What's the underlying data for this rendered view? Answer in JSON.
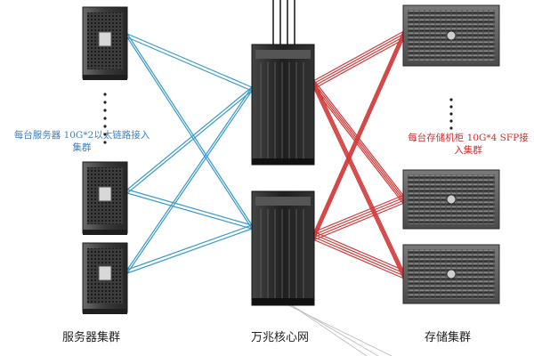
{
  "labels": {
    "server_cluster": "服务器集群",
    "core_network": "万兆核心网",
    "storage_cluster": "存储集群"
  },
  "notes": {
    "server_access": {
      "line1": "每台服务器 10G*2以太链路接入",
      "line2": "集群"
    },
    "storage_access": {
      "line1": "每台存储机柜 10G*4 SFP接",
      "line2": "入集群"
    }
  },
  "colors": {
    "server_links": "#3b9bc9",
    "storage_links": "#d23a3a",
    "server_note_text": "#3e7fc0",
    "storage_note_text": "#d22b2b",
    "device_dark": "#2b2b2b",
    "label_text": "#222222"
  },
  "icons": {
    "server": "server-tower-icon",
    "switch": "core-switch-icon",
    "storage": "storage-array-icon"
  }
}
